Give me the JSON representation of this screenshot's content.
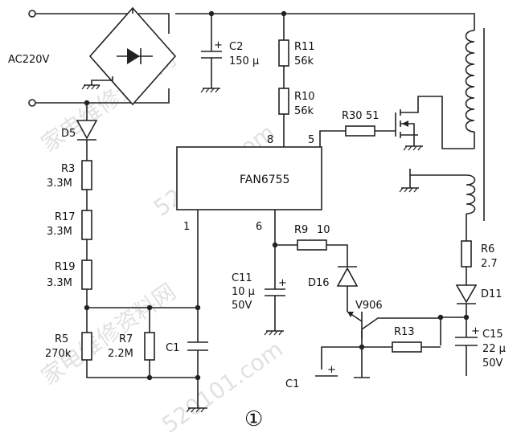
{
  "diagram": {
    "ac_input": "AC220V",
    "ic": {
      "name": "FAN6755",
      "pins": {
        "p8": "8",
        "p5": "5",
        "p1": "1",
        "p6": "6"
      }
    },
    "components": {
      "c2": {
        "ref": "C2",
        "value": "150 μ"
      },
      "r11": {
        "ref": "R11",
        "value": "56k"
      },
      "r10": {
        "ref": "R10",
        "value": "56k"
      },
      "r30": {
        "ref": "R30",
        "value": "51"
      },
      "d5": {
        "ref": "D5"
      },
      "r3": {
        "ref": "R3",
        "value": "3.3M"
      },
      "r17": {
        "ref": "R17",
        "value": "3.3M"
      },
      "r19": {
        "ref": "R19",
        "value": "3.3M"
      },
      "r5": {
        "ref": "R5",
        "value": "270k"
      },
      "r7": {
        "ref": "R7",
        "value": "2.2M"
      },
      "c1": {
        "ref": "C1"
      },
      "r9": {
        "ref": "R9",
        "value": "10"
      },
      "c11": {
        "ref": "C11",
        "value": "10 μ",
        "voltage": "50V"
      },
      "d16": {
        "ref": "D16"
      },
      "v906": {
        "ref": "V906"
      },
      "r13": {
        "ref": "R13"
      },
      "r6": {
        "ref": "R6",
        "value": "2.7"
      },
      "d11": {
        "ref": "D11"
      },
      "c15": {
        "ref": "C15",
        "value": "22 μ",
        "voltage": "50V"
      },
      "c1_partial": {
        "ref": "C1"
      },
      "plus_mark": {
        "ref": "+"
      }
    },
    "figure_number": "①",
    "watermarks": [
      "家电维修资料网",
      "520101.com",
      "家电维修资料网",
      "520101.com"
    ]
  }
}
